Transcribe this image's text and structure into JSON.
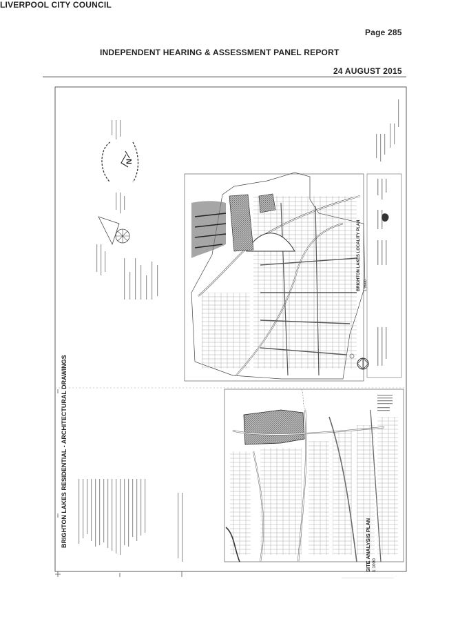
{
  "header": {
    "council": "LIVERPOOL CITY COUNCIL",
    "page": "Page 285",
    "panel": "INDEPENDENT HEARING & ASSESSMENT PANEL REPORT",
    "date": "24 AUGUST 2015"
  },
  "drawing": {
    "title": "BRIGHTON LAKES RESIDENTIAL - ARCHITECTURAL DRAWINGS",
    "site_plan_title": "SITE ANALYSIS PLAN",
    "site_plan_scale": "1:1000",
    "locality_plan_title": "BRIGHTON LAKES LOCALITY PLAN",
    "locality_plan_scale": "1:2000",
    "north_label": "N"
  }
}
